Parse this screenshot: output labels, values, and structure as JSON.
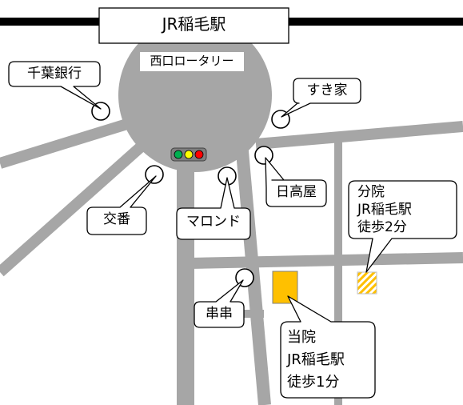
{
  "station": {
    "label": "JR稲毛駅"
  },
  "rotary": {
    "label": "西口ロータリー"
  },
  "landmarks": {
    "bank": "千葉銀行",
    "sukiya": "すき家",
    "hidakaya": "日高屋",
    "police_box": "交番",
    "maronde": "マロンド",
    "kushikushi": "串串"
  },
  "branch_clinic": {
    "lines": [
      "分院",
      "JR稲毛駅",
      "徒歩2分"
    ]
  },
  "main_clinic": {
    "lines": [
      "当院",
      "JR稲毛駅",
      "徒歩1分"
    ]
  },
  "colors": {
    "road": "#a6a6a6",
    "rail": "#000000",
    "main_clinic": "#ffc000",
    "branch_hatch": "#ffc000",
    "signal_green": "#00b050",
    "signal_yellow": "#ffff00",
    "signal_red": "#ff0000"
  }
}
